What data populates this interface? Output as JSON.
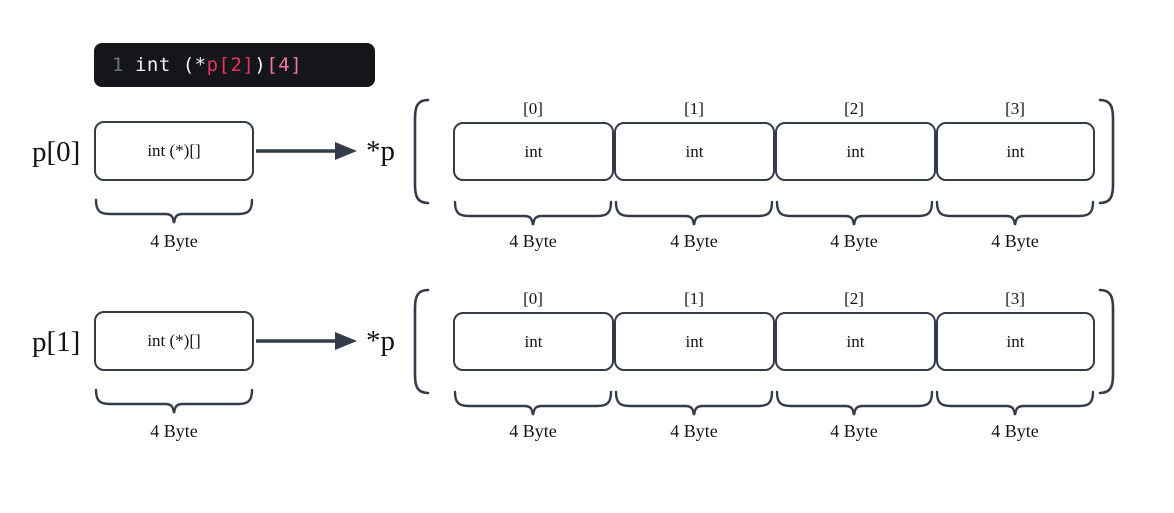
{
  "diagram": {
    "title": "array of pointers to arrays memory layout",
    "colors": {
      "stroke": "#343b49",
      "text": "#111318",
      "code_bg": "#15161a",
      "code_plain": "#f2f2f2",
      "code_linenum": "#6e7480",
      "code_ident": "#e8336a",
      "code_bracket": "#f2789f",
      "background": "#ffffff"
    }
  },
  "code": {
    "line_number": "1",
    "segments": [
      {
        "text": "int (*",
        "kind": "plain"
      },
      {
        "text": "p",
        "kind": "ident"
      },
      {
        "text": "[2]",
        "kind": "ident"
      },
      {
        "text": ")",
        "kind": "plain"
      },
      {
        "text": "[4]",
        "kind": "bracket"
      }
    ],
    "full_text": "int (*p[2])[4]"
  },
  "rows": [
    {
      "pointer_label": "p[0]",
      "pointer_cell_text": "int (*)[]",
      "pointer_size_label": "4 Byte",
      "deref_label": "*p",
      "array_indices": [
        "[0]",
        "[1]",
        "[2]",
        "[3]"
      ],
      "array_cell_text": [
        "int",
        "int",
        "int",
        "int"
      ],
      "array_size_labels": [
        "4 Byte",
        "4 Byte",
        "4 Byte",
        "4 Byte"
      ]
    },
    {
      "pointer_label": "p[1]",
      "pointer_cell_text": "int (*)[]",
      "pointer_size_label": "4 Byte",
      "deref_label": "*p",
      "array_indices": [
        "[0]",
        "[1]",
        "[2]",
        "[3]"
      ],
      "array_cell_text": [
        "int",
        "int",
        "int",
        "int"
      ],
      "array_size_labels": [
        "4 Byte",
        "4 Byte",
        "4 Byte",
        "4 Byte"
      ]
    }
  ]
}
